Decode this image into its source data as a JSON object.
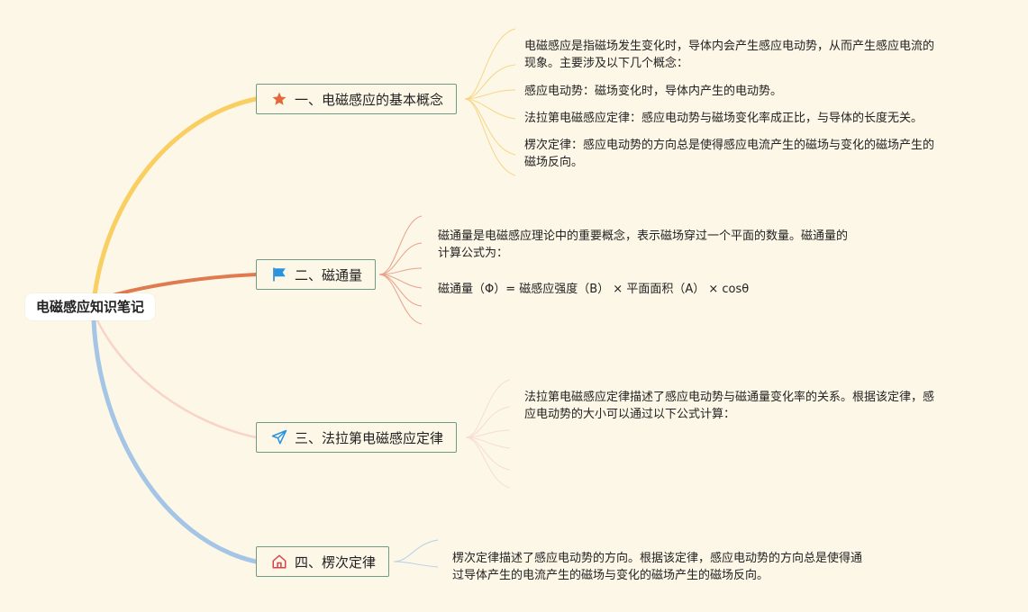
{
  "root": {
    "title": "电磁感应知识笔记"
  },
  "branches": [
    {
      "label": "一、电磁感应的基本概念",
      "icon": "star-icon",
      "color": "#f9cf63",
      "leaves": [
        [
          "电磁感应是指磁场发生变化时，导体内会产生感应电动势，从而产生感应电流的",
          "现象。主要涉及以下几个概念："
        ],
        [
          "感应电动势：磁场变化时，导体内产生的电动势。"
        ],
        [
          "法拉第电磁感应定律：感应电动势与磁场变化率成正比，与导体的长度无关。"
        ],
        [
          "楞次定律：感应电动势的方向总是使得感应电流产生的磁场与变化的磁场产生的",
          "磁场反向。"
        ]
      ]
    },
    {
      "label": "二、磁通量",
      "icon": "flag-icon",
      "color": "#e07a4f",
      "leaves": [
        [
          "磁通量是电磁感应理论中的重要概念，表示磁场穿过一个平面的数量。磁通量的",
          "计算公式为："
        ],
        [
          "磁通量（Φ）= 磁感应强度（B） × 平面面积（A） × cosθ"
        ]
      ]
    },
    {
      "label": "三、法拉第电磁感应定律",
      "icon": "paper-plane-icon",
      "color": "#f8d3c8",
      "leaves": [
        [
          "法拉第电磁感应定律描述了感应电动势与磁通量变化率的关系。根据该定律，感",
          "应电动势的大小可以通过以下公式计算："
        ]
      ]
    },
    {
      "label": "四、楞次定律",
      "icon": "home-icon",
      "color": "#a4c5e6",
      "leaves": [
        [
          "楞次定律描述了感应电动势的方向。根据该定律，感应电动势的方向总是使得通",
          "过导体产生的电流产生的磁场与变化的磁场产生的磁场反向。"
        ]
      ]
    }
  ]
}
